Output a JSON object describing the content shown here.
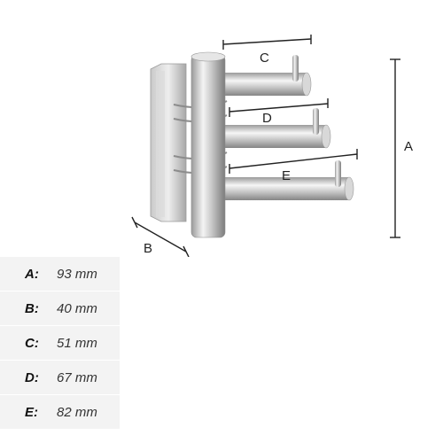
{
  "dimension_labels": {
    "a": "A",
    "b": "B",
    "c": "C",
    "d": "D",
    "e": "E"
  },
  "specs": [
    {
      "key": "A:",
      "value": "93 mm"
    },
    {
      "key": "B:",
      "value": "40 mm"
    },
    {
      "key": "C:",
      "value": "51 mm"
    },
    {
      "key": "D:",
      "value": "67 mm"
    },
    {
      "key": "E:",
      "value": "82 mm"
    }
  ],
  "colors": {
    "steel_dark": "#8a8a8a",
    "steel_light": "#f2f2f2",
    "line": "#222222",
    "row_bg": "#f3f3f3"
  }
}
